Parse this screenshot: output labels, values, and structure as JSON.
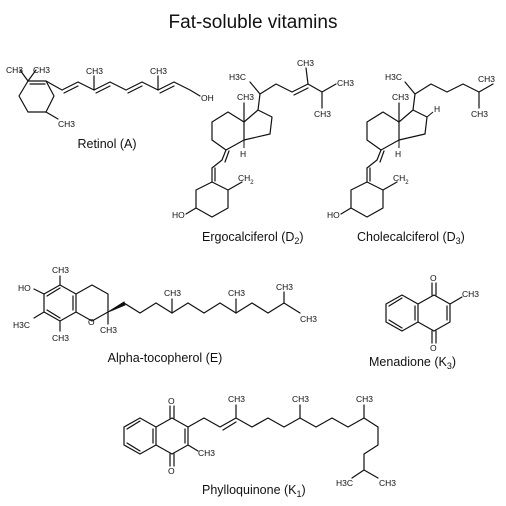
{
  "title": "Fat-soluble vitamins",
  "molecules": {
    "retinol": {
      "caption": "Retinol (A)",
      "atoms": {
        "oh": "OH",
        "me": "CH3"
      }
    },
    "ergocalciferol": {
      "caption_main": "Ergocalciferol (D",
      "caption_sub": "2",
      "caption_end": ")",
      "atoms": {
        "ho": "HO",
        "ch2_main": "CH",
        "ch2_sub": "2",
        "me": "CH3",
        "h": "H",
        "h3c_a": "H3C",
        "h3c_b": "CH3"
      }
    },
    "cholecalciferol": {
      "caption_main": "Cholecalciferol (D",
      "caption_sub": "3",
      "caption_end": ")",
      "atoms": {
        "ho": "HO",
        "ch2_main": "CH",
        "ch2_sub": "2",
        "me": "CH3",
        "h": "H",
        "h3c": "H3C"
      }
    },
    "tocopherol": {
      "caption": "Alpha-tocopherol (E)",
      "atoms": {
        "ho": "HO",
        "o": "O",
        "me": "CH3",
        "h3c": "H3C"
      }
    },
    "menadione": {
      "caption_main": "Menadione (K",
      "caption_sub": "3",
      "caption_end": ")",
      "atoms": {
        "o": "O",
        "me": "CH3"
      }
    },
    "phylloquinone": {
      "caption_main": "Phylloquinone (K",
      "caption_sub": "1",
      "caption_end": ")",
      "atoms": {
        "o": "O",
        "me": "CH3",
        "h3c": "H3C"
      }
    }
  }
}
